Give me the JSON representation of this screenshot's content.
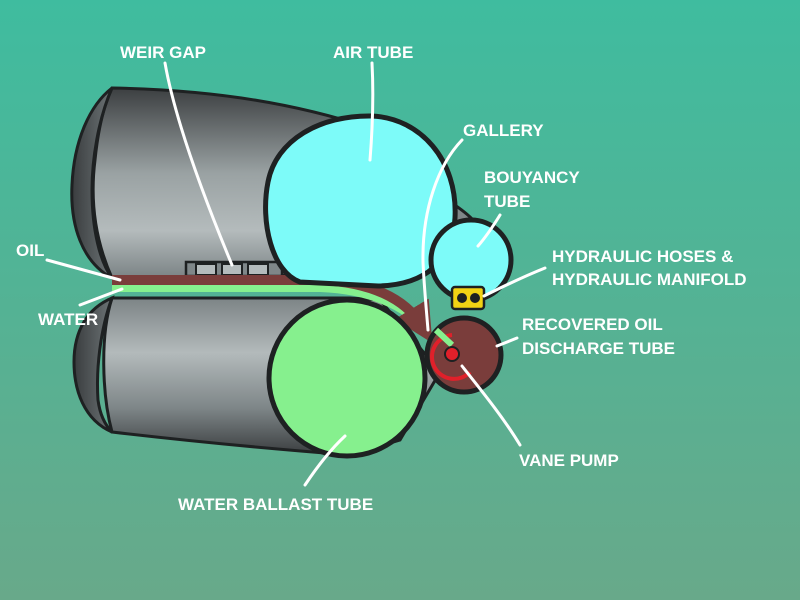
{
  "labels": {
    "weir_gap": "WEIR GAP",
    "air_tube": "AIR TUBE",
    "gallery": "GALLERY",
    "buoyancy_line1": "BOUYANCY",
    "buoyancy_line2": "TUBE",
    "oil": "OIL",
    "water": "WATER",
    "hydraulic_line1": "HYDRAULIC HOSES &",
    "hydraulic_line2": "HYDRAULIC MANIFOLD",
    "recovered_line1": "RECOVERED OIL",
    "recovered_line2": "DISCHARGE TUBE",
    "vane_pump": "VANE PUMP",
    "water_ballast": "WATER BALLAST TUBE"
  },
  "colors": {
    "background_top": "#3fbc9f",
    "background_bottom": "#68a98a",
    "air": "#7dfbf9",
    "water": "#86f08e",
    "oil": "#7a3d3b",
    "hydraulic": "#f2d314",
    "pump_red": "#e0202a",
    "hull_dark": "#3e4244",
    "hull_light": "#a9b0b1"
  }
}
